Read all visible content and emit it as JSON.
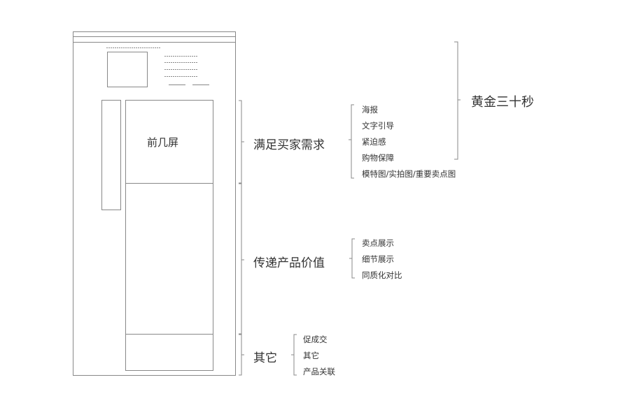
{
  "wireframe": {
    "first_screens_label": "前几屏"
  },
  "sections": [
    {
      "label": "满足买家需求",
      "items": [
        "海报",
        "文字引导",
        "紧迫感",
        "购物保障",
        "模特图/实拍图/重要卖点图"
      ]
    },
    {
      "label": "传递产品价值",
      "items": [
        "卖点展示",
        "细节展示",
        "同质化对比"
      ]
    },
    {
      "label": "其它",
      "items": [
        "促成交",
        "其它",
        "产品关联"
      ]
    }
  ],
  "golden": {
    "label": "黄金三十秒"
  }
}
